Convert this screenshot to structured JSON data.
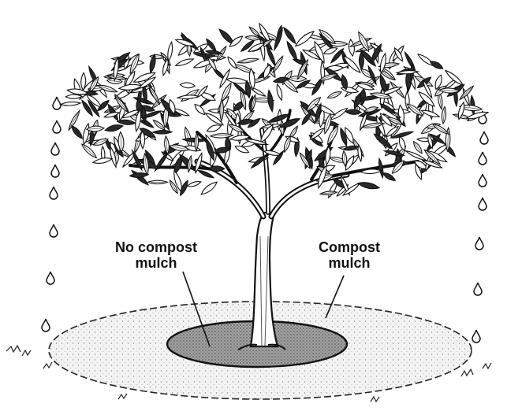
{
  "labels": {
    "no_compost": {
      "line1": "No compost",
      "line2": "mulch"
    },
    "compost": {
      "line1": "Compost",
      "line2": "mulch"
    }
  },
  "colors": {
    "ink": "#111111",
    "leaf_fill": "#ffffff",
    "leaf_dark": "#2a2a2a",
    "mulch_light": "#ededed",
    "mulch_dark": "#9c9c9c"
  },
  "icons": [
    "tree-illustration",
    "water-drop-icon",
    "mulch-ring",
    "bare-soil-circle",
    "grass-tufts"
  ]
}
